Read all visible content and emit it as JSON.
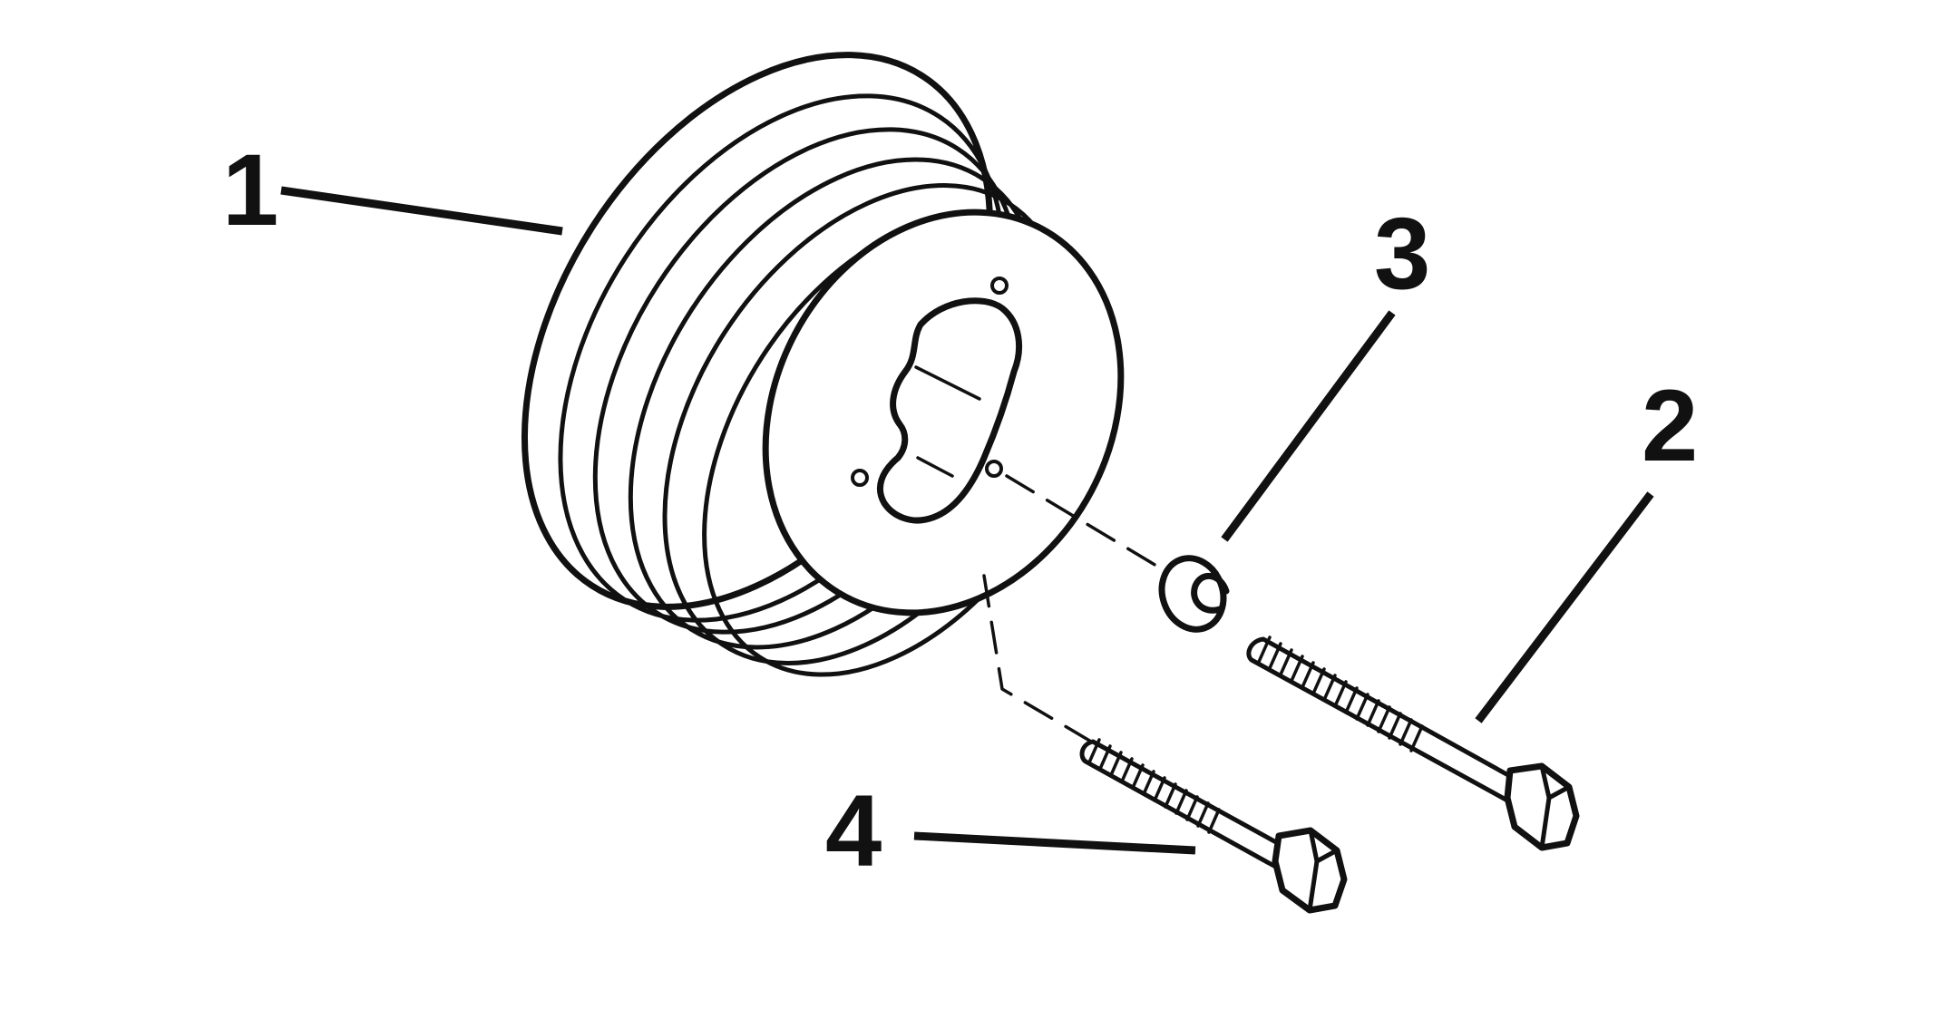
{
  "diagram": {
    "callouts": [
      {
        "id": "1",
        "label": "1",
        "part": "pulley"
      },
      {
        "id": "2",
        "label": "2",
        "part": "long-bolt"
      },
      {
        "id": "3",
        "label": "3",
        "part": "washer"
      },
      {
        "id": "4",
        "label": "4",
        "part": "short-bolt"
      }
    ],
    "colors": {
      "ink": "#111111",
      "background": "#ffffff"
    }
  }
}
